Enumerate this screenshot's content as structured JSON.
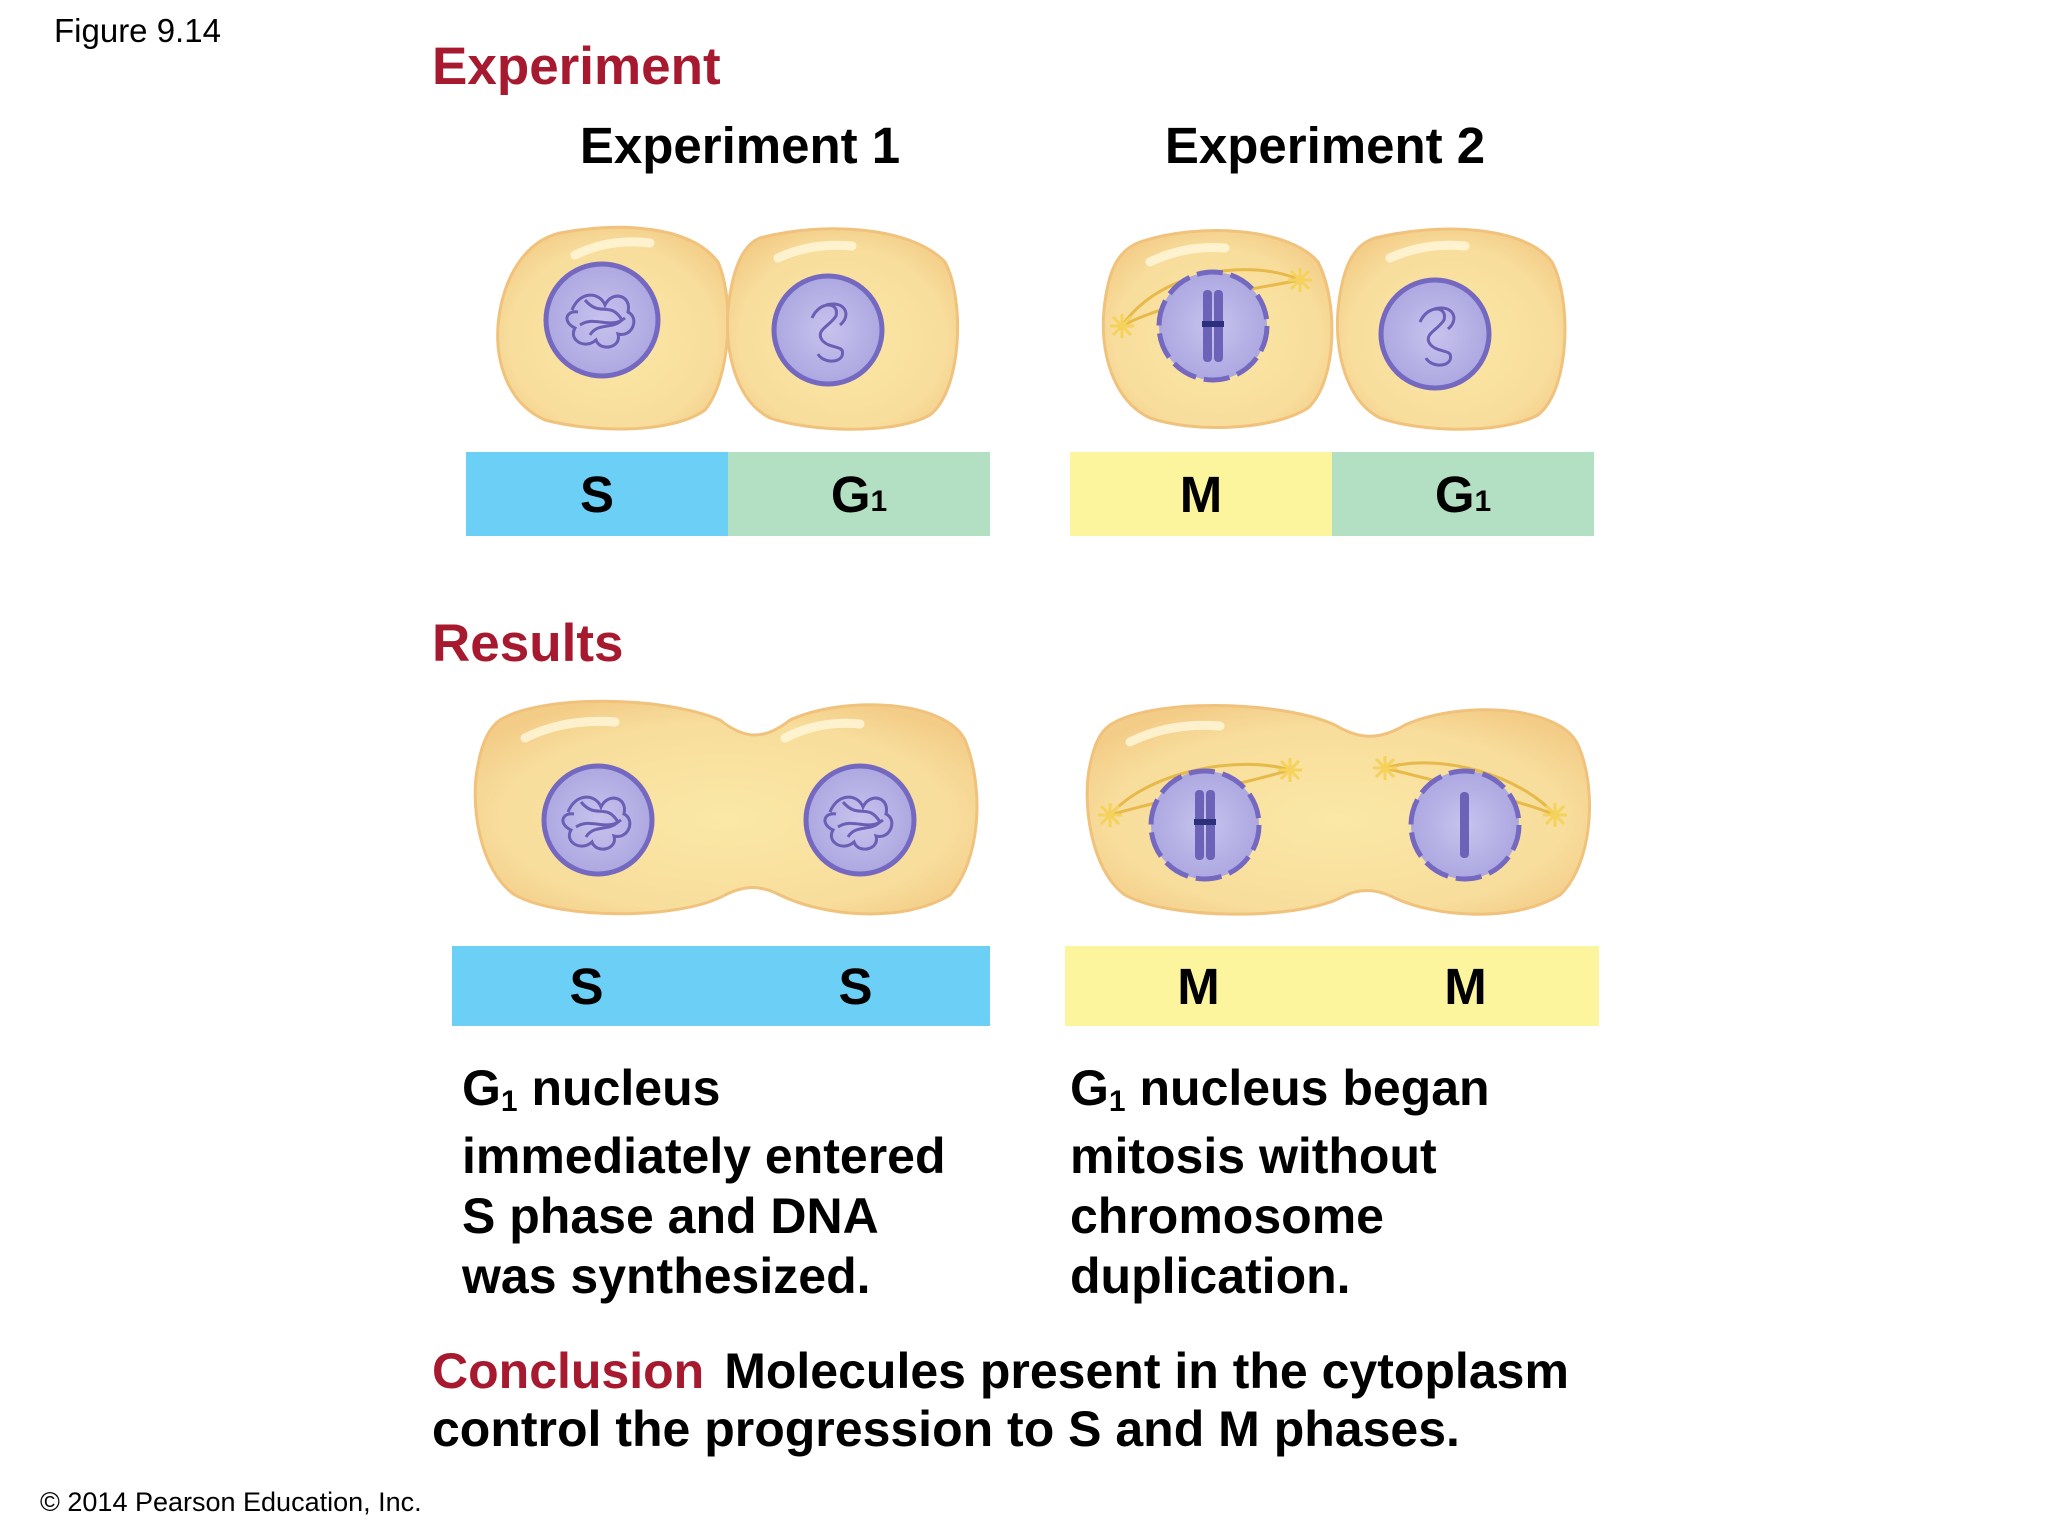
{
  "figure_label": "Figure 9.14",
  "sections": {
    "experiment": "Experiment",
    "results": "Results",
    "conclusion": "Conclusion"
  },
  "experiments": [
    {
      "title": "Experiment 1",
      "phase_bar": [
        {
          "label": "S",
          "sub": "",
          "color": "#6ccff6"
        },
        {
          "label": "G",
          "sub": "1",
          "color": "#b3dfc3"
        }
      ],
      "result_bar": [
        {
          "label": "S",
          "sub": "",
          "color": "#6ccff6"
        },
        {
          "label": "S",
          "sub": "",
          "color": "#6ccff6"
        }
      ],
      "result_text": {
        "line1_main": "G",
        "line1_sub": "1",
        "line1_rest": " nucleus",
        "line2": "immediately entered",
        "line3": "S phase and DNA",
        "line4": "was synthesized."
      }
    },
    {
      "title": "Experiment 2",
      "phase_bar": [
        {
          "label": "M",
          "sub": "",
          "color": "#fdf59e"
        },
        {
          "label": "G",
          "sub": "1",
          "color": "#b3dfc3"
        }
      ],
      "result_bar": [
        {
          "label": "M",
          "sub": "",
          "color": "#fdf59e"
        },
        {
          "label": "M",
          "sub": "",
          "color": "#fdf59e"
        }
      ],
      "result_text": {
        "line1_main": "G",
        "line1_sub": "1",
        "line1_rest": " nucleus began",
        "line2": "mitosis without",
        "line3": "chromosome",
        "line4": "duplication."
      }
    }
  ],
  "conclusion_text": "Molecules present in the cytoplasm control the progression to S and M phases.",
  "copyright": "© 2014 Pearson Education, Inc.",
  "colors": {
    "accent_red": "#a6192e",
    "s_phase": "#6ccff6",
    "g1_phase": "#b3dfc3",
    "m_phase": "#fdf59e",
    "cytoplasm": "#f8dd9c",
    "cell_outline": "#f2c47e",
    "nucleus": "#b9b6e6",
    "nucleus_outline": "#7b6fc4"
  }
}
